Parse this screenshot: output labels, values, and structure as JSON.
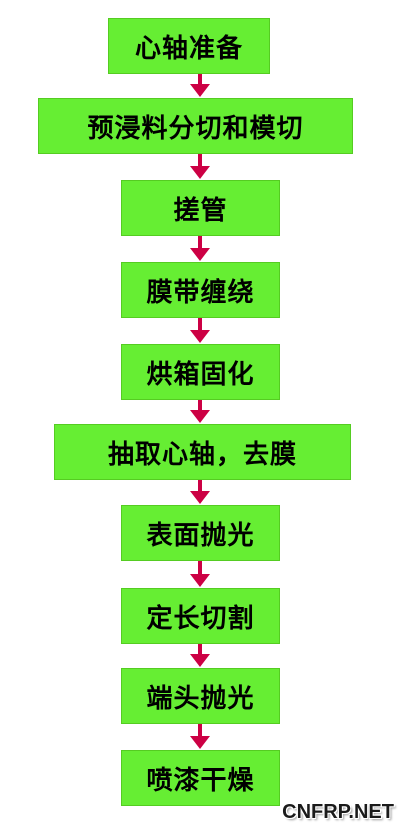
{
  "steps": [
    "心轴准备",
    "预浸料分切和模切",
    "搓管",
    "膜带缠绕",
    "烘箱固化",
    "抽取心轴，去膜",
    "表面抛光",
    "定长切割",
    "端头抛光",
    "喷漆干燥"
  ],
  "watermark": "CNFRP.NET",
  "colors": {
    "box_fill": "#66ee33",
    "arrow": "#cc0044",
    "text": "#000000"
  }
}
